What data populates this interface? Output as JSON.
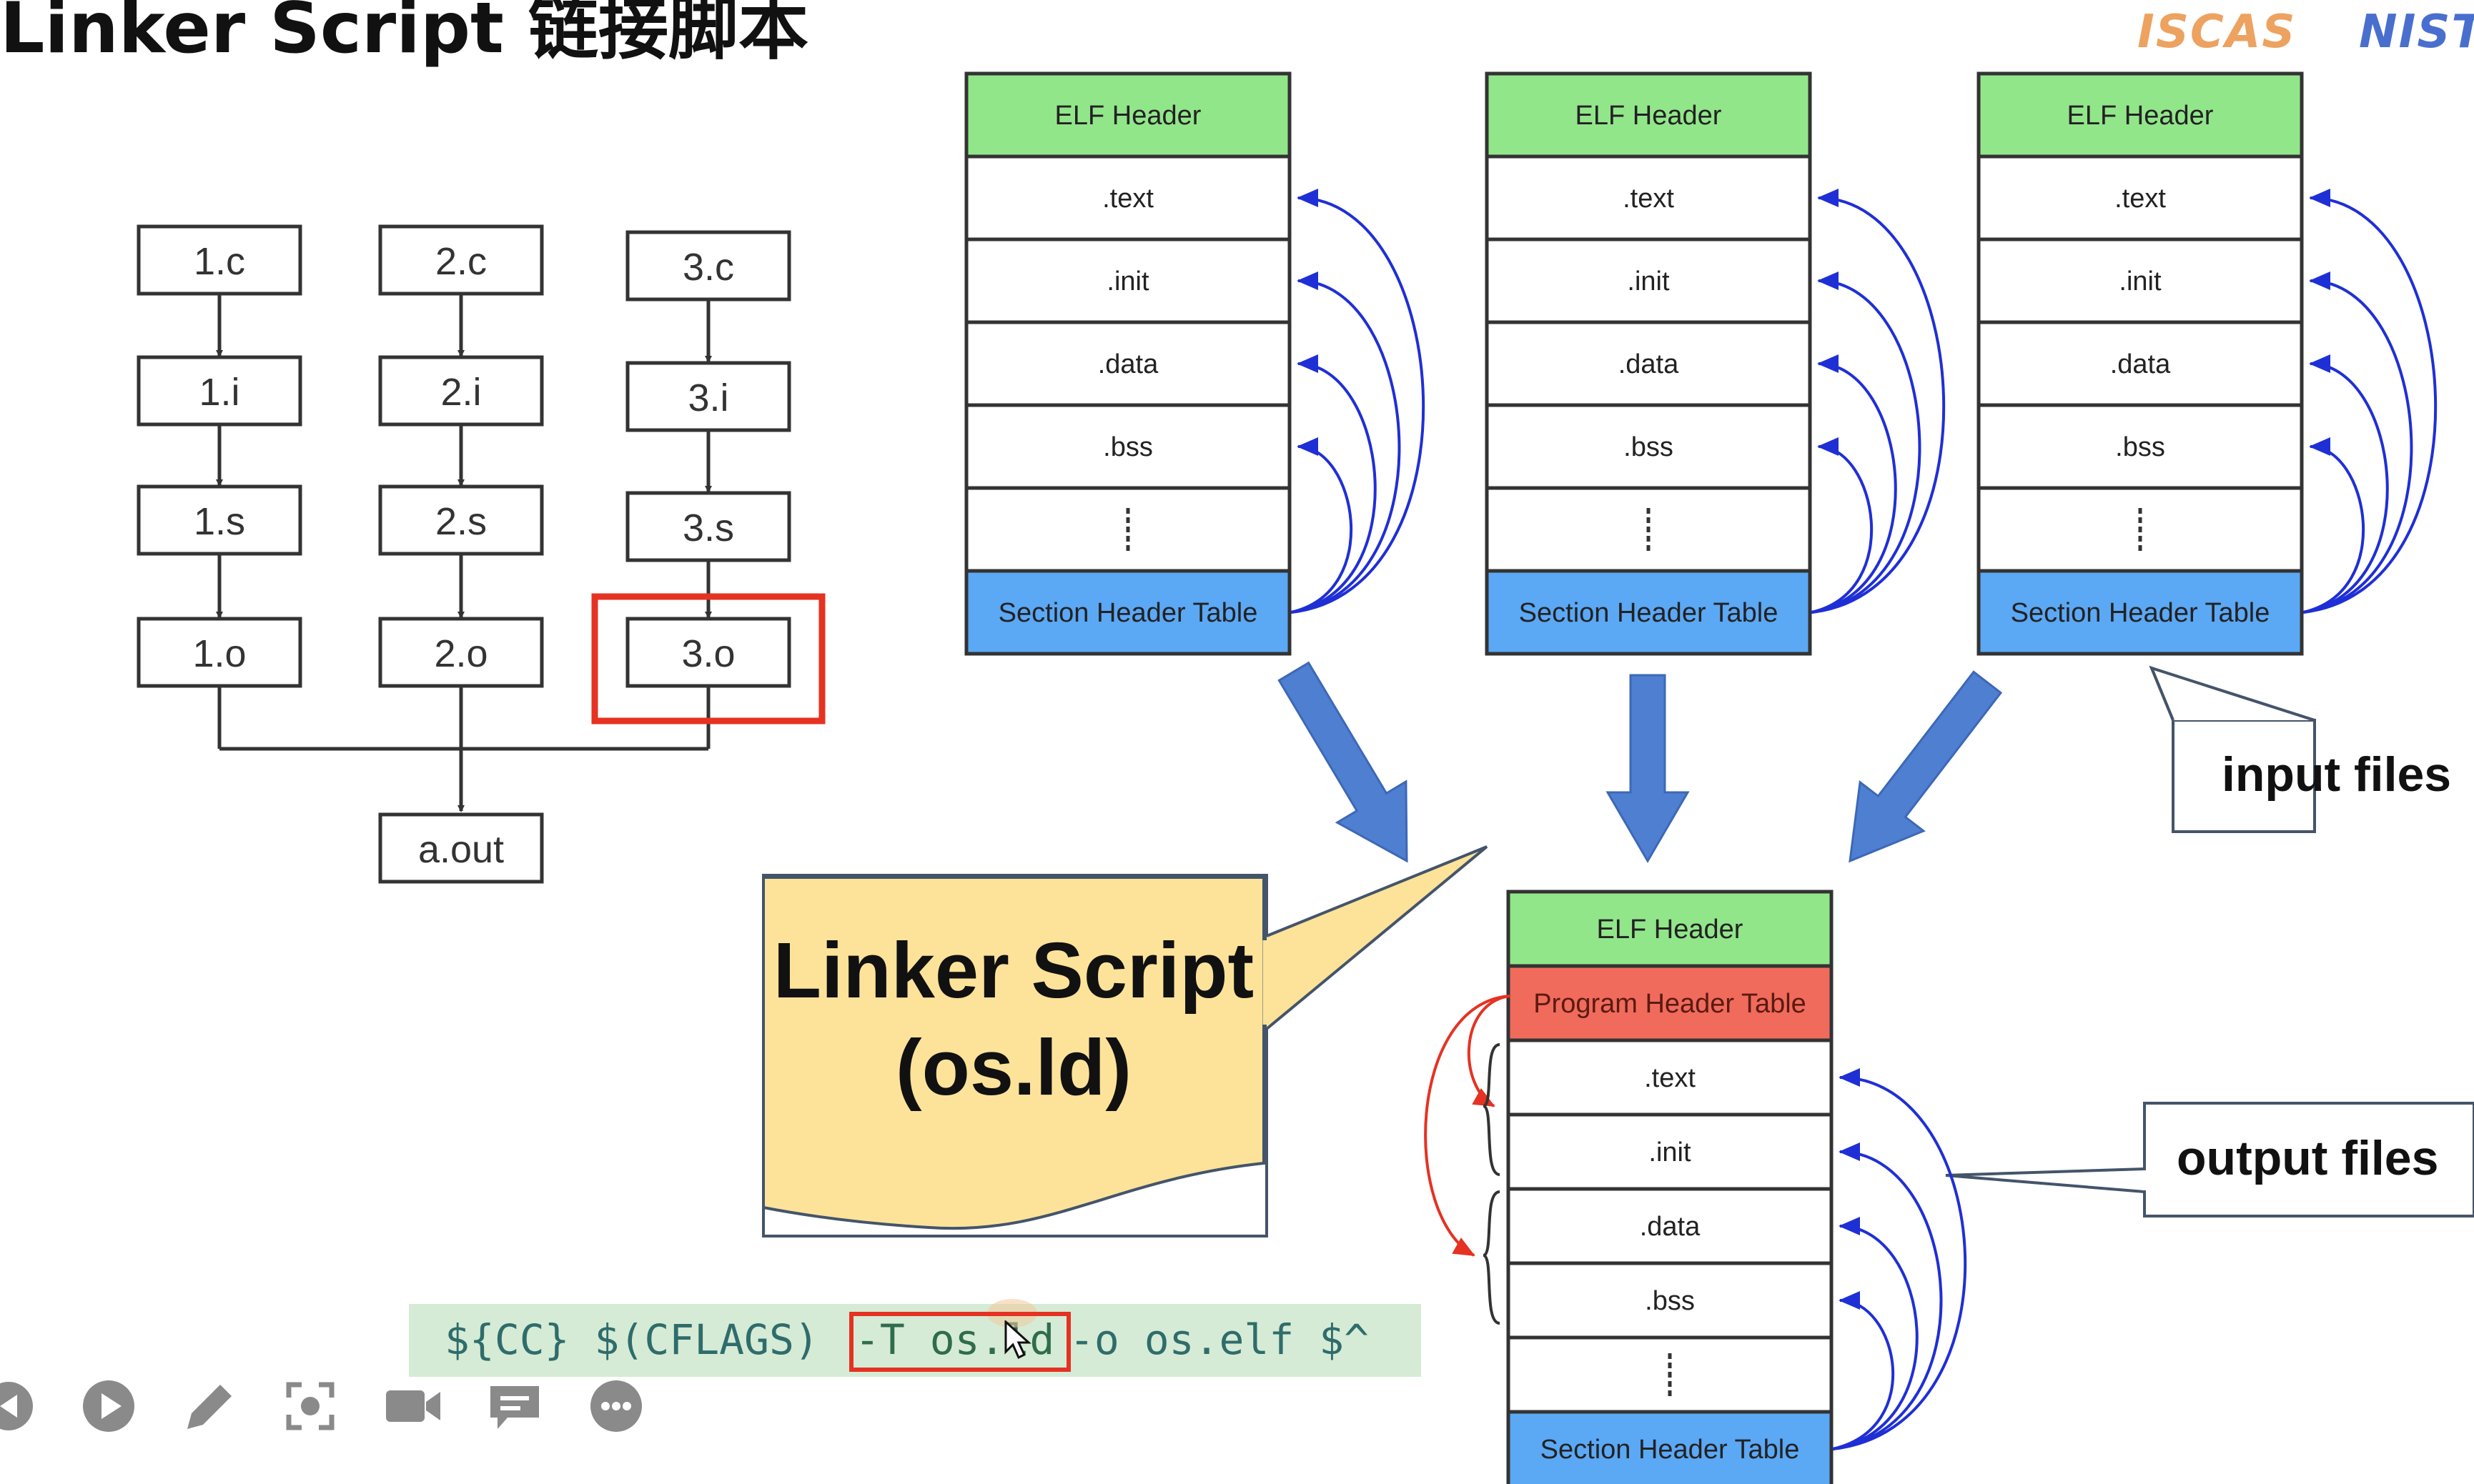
{
  "title": "Linker Script 链接脚本",
  "logos": [
    "ISCAS",
    "NIST"
  ],
  "compile_columns": [
    {
      "files": [
        "1.c",
        "1.i",
        "1.s",
        "1.o"
      ]
    },
    {
      "files": [
        "2.c",
        "2.i",
        "2.s",
        "2.o"
      ]
    },
    {
      "files": [
        "3.c",
        "3.i",
        "3.s",
        "3.o"
      ]
    }
  ],
  "output_binary": "a.out",
  "input_sections": [
    "ELF Header",
    ".text",
    ".init",
    ".data",
    ".bss",
    "⋮",
    "Section Header Table"
  ],
  "output_sections": [
    "ELF Header",
    "Program Header Table",
    ".text",
    ".init",
    ".data",
    ".bss",
    "⋮",
    "Section Header Table"
  ],
  "callouts": {
    "input": "input files",
    "output": "output files",
    "script_line1": "Linker Script",
    "script_line2": "(os.ld)"
  },
  "command": {
    "prefix": "${CC} $(CFLAGS) ",
    "highlight": "-T os.ld",
    "suffix": " -o os.elf $^"
  },
  "colors": {
    "elf_header": "#92e68a",
    "section_table": "#5ba8f5",
    "program_header": "#f06b5b",
    "script_fill": "#fde39a",
    "highlight": "#e53222",
    "arrow_blue": "#4f7fd0",
    "curve_blue": "#1f2fd6",
    "curve_red": "#e53222",
    "command_bg": "#d5ebd5"
  },
  "toolbar": [
    "back-icon",
    "play-icon",
    "pen-icon",
    "screenshot-icon",
    "camera-icon",
    "comment-icon",
    "more-icon"
  ]
}
